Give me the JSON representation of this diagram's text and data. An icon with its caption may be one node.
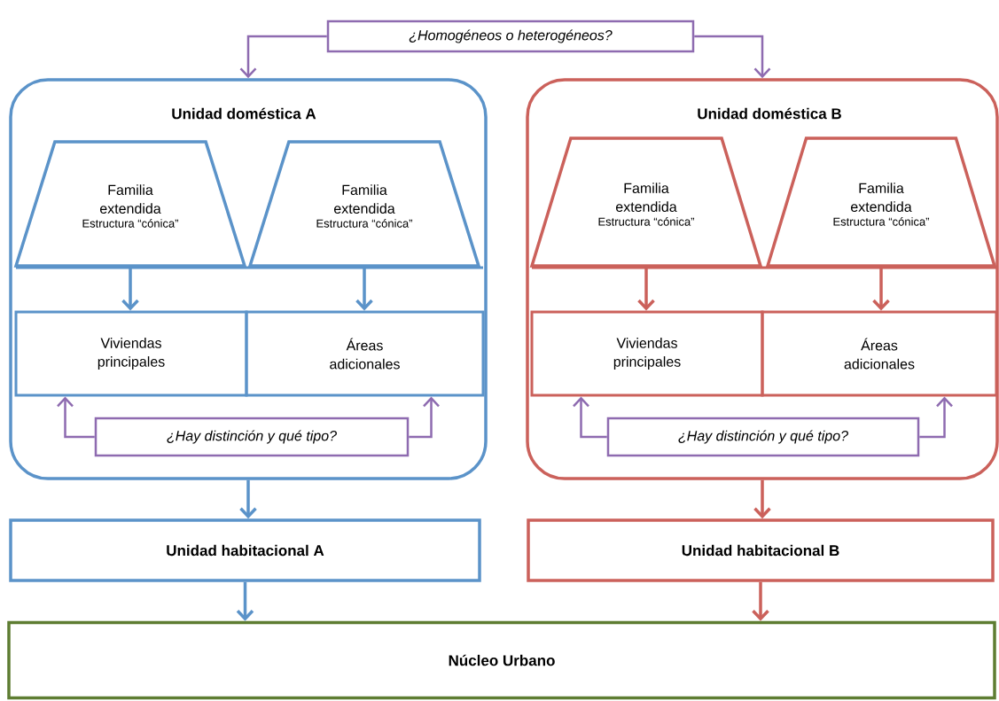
{
  "diagram": {
    "nodes": [
      {
        "text": [
          "¿Homogéneos o heterogéneos?"
        ]
      },
      {
        "text": [
          "Unidad doméstica A"
        ]
      },
      {
        "text": [
          "Familia extendida",
          "Estructura “cónica”"
        ],
        "in": 1
      },
      {
        "text": [
          "Familia extendida",
          "Estructura “cónica”"
        ],
        "in": 1
      },
      {
        "text": [
          "Viviendas principales"
        ],
        "in": 1
      },
      {
        "text": [
          "Áreas adicionales"
        ],
        "in": 1
      },
      {
        "text": [
          "¿Hay distinción y qué tipo?"
        ],
        "in": 1
      },
      {
        "text": [
          "Unidad doméstica B"
        ]
      },
      {
        "text": [
          "Familia extendida",
          "Estructura “cónica”"
        ],
        "in": 7
      },
      {
        "text": [
          "Familia extendida",
          "Estructura “cónica”"
        ],
        "in": 7
      },
      {
        "text": [
          "Viviendas principales"
        ],
        "in": 7
      },
      {
        "text": [
          "Áreas adicionales"
        ],
        "in": 7
      },
      {
        "text": [
          "¿Hay distinción y qué tipo?"
        ],
        "in": 7
      },
      {
        "text": [
          "Unidad habitacional A"
        ]
      },
      {
        "text": [
          "Unidad habitacional B"
        ]
      },
      {
        "text": [
          "Núcleo Urbano"
        ]
      }
    ],
    "edges": [
      {
        "from": 0,
        "to": 1,
        "arrow": "to",
        "color": "#8e6bb0"
      },
      {
        "from": 0,
        "to": 7,
        "arrow": "to",
        "color": "#8e6bb0"
      },
      {
        "from": 2,
        "to": 4,
        "arrow": "to",
        "color": "#5b93c9"
      },
      {
        "from": 3,
        "to": 5,
        "arrow": "to",
        "color": "#5b93c9"
      },
      {
        "from": 6,
        "to": 4,
        "arrow": "to",
        "color": "#8e6bb0"
      },
      {
        "from": 6,
        "to": 5,
        "arrow": "to",
        "color": "#8e6bb0"
      },
      {
        "from": 8,
        "to": 10,
        "arrow": "to",
        "color": "#cb615b"
      },
      {
        "from": 9,
        "to": 11,
        "arrow": "to",
        "color": "#cb615b"
      },
      {
        "from": 12,
        "to": 10,
        "arrow": "to",
        "color": "#8e6bb0"
      },
      {
        "from": 12,
        "to": 11,
        "arrow": "to",
        "color": "#8e6bb0"
      },
      {
        "from": 1,
        "to": 13,
        "arrow": "to",
        "color": "#5b93c9"
      },
      {
        "from": 7,
        "to": 14,
        "arrow": "to",
        "color": "#cb615b"
      },
      {
        "from": 13,
        "to": 15,
        "arrow": "to",
        "color": "#5b93c9"
      },
      {
        "from": 14,
        "to": 15,
        "arrow": "to",
        "color": "#cb615b"
      }
    ]
  }
}
